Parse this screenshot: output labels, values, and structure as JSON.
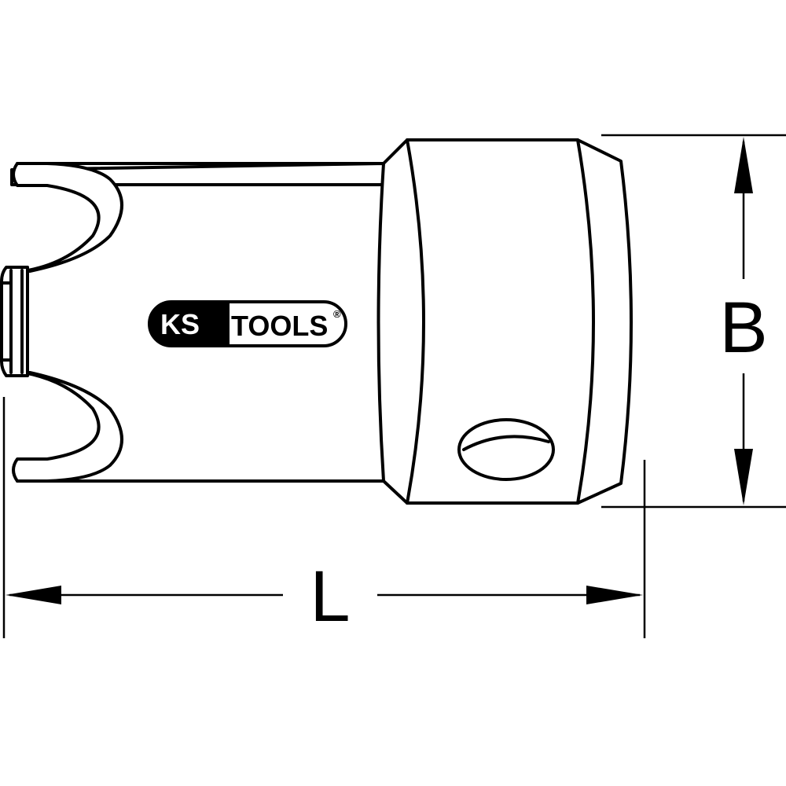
{
  "logo": {
    "brand_left": "KS",
    "brand_right": "TOOLS",
    "registered_mark": "®"
  },
  "dimensions": {
    "length_label": "L",
    "width_label": "B"
  },
  "colors": {
    "stroke": "#000000",
    "background": "#ffffff"
  }
}
